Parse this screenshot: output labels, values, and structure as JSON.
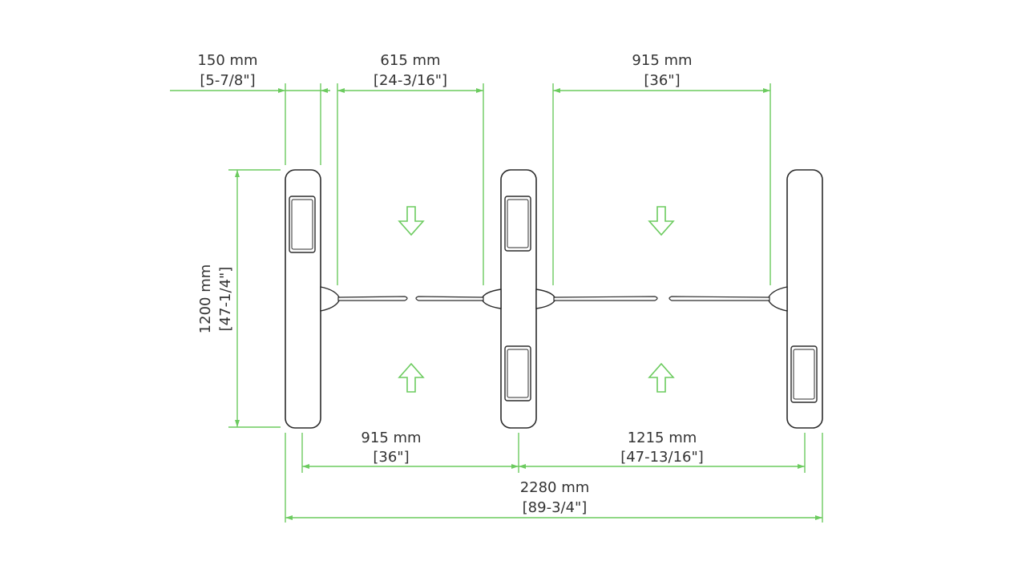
{
  "colors": {
    "dimension": "#6ccb5f",
    "outline": "#2b2b2b",
    "text": "#333333"
  },
  "dimensions": {
    "cabinet_width": {
      "metric": "150 mm",
      "imperial": "[5-7/8\"]"
    },
    "gate_clearance": {
      "metric": "615 mm",
      "imperial": "[24-3/16\"]"
    },
    "right_opening": {
      "metric": "915 mm",
      "imperial": "[36\"]"
    },
    "cabinet_length": {
      "metric": "1200 mm",
      "imperial": "[47-1/4\"]"
    },
    "left_lane": {
      "metric": "915 mm",
      "imperial": "[36\"]"
    },
    "right_lane": {
      "metric": "1215 mm",
      "imperial": "[47-13/16\"]"
    },
    "overall_width": {
      "metric": "2280 mm",
      "imperial": "[89-3/4\"]"
    }
  },
  "icons": [
    "entry-direction-arrow-down",
    "exit-direction-arrow-up"
  ]
}
